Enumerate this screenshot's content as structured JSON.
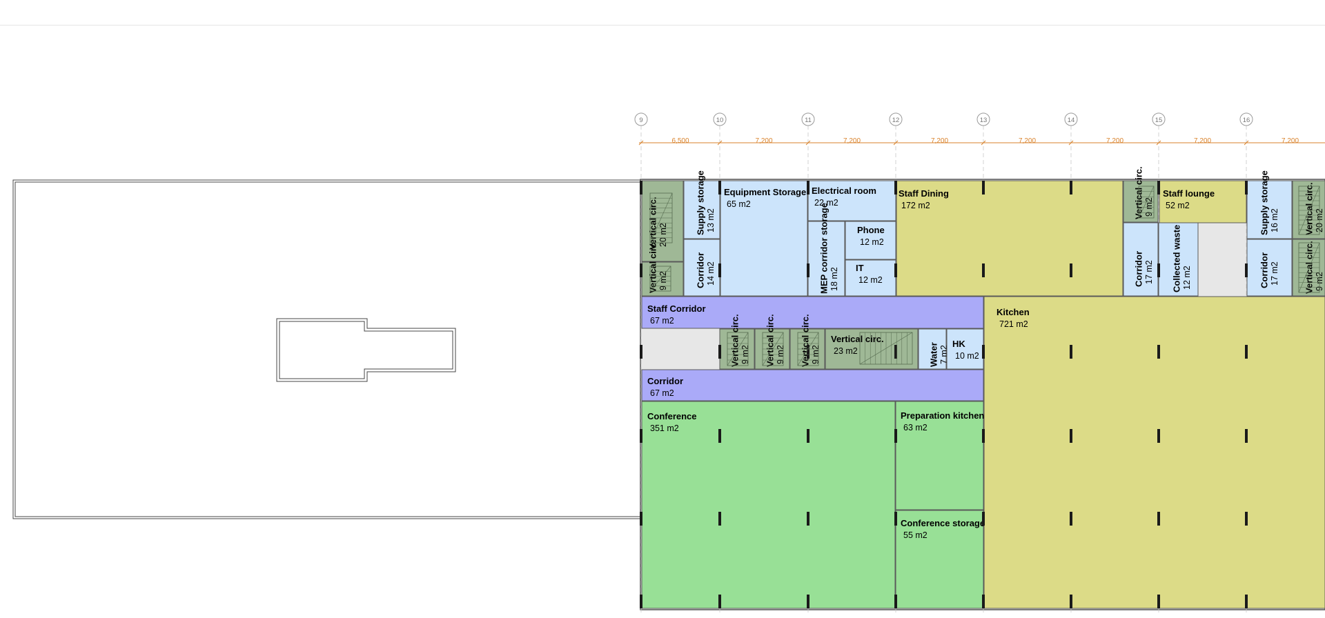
{
  "colors": {
    "blue": "#cce4fb",
    "yellow": "#dcdb87",
    "green": "#98e096",
    "purple": "#aaaaf8",
    "gray": "#9fb896",
    "dimension": "#d9822b"
  },
  "grid_labels": [
    "9",
    "10",
    "11",
    "12",
    "13",
    "14",
    "15",
    "16"
  ],
  "dimensions": [
    "6,500",
    "7,200",
    "7,200",
    "7,200",
    "7,200",
    "7,200",
    "7,200",
    "7,200"
  ],
  "rooms": [
    {
      "id": "vertical-circ-1",
      "label": "Vertical circ.",
      "area": "20 m2"
    },
    {
      "id": "vertical-circ-2",
      "label": "Vertical circ.",
      "area": "9 m2"
    },
    {
      "id": "supply-storage-1",
      "label": "Supply storage",
      "area": "13 m2"
    },
    {
      "id": "corridor-1",
      "label": "Corridor",
      "area": "14 m2"
    },
    {
      "id": "equipment-storage",
      "label": "Equipment Storage",
      "area": "65 m2"
    },
    {
      "id": "electrical-room",
      "label": "Electrical room",
      "area": "22 m2"
    },
    {
      "id": "mep-corridor-storage",
      "label": "MEP corridor storage",
      "area": "18 m2"
    },
    {
      "id": "phone",
      "label": "Phone",
      "area": "12 m2"
    },
    {
      "id": "it",
      "label": "IT",
      "area": "12 m2"
    },
    {
      "id": "staff-dining",
      "label": "Staff Dining",
      "area": "172 m2"
    },
    {
      "id": "vertical-circ-3",
      "label": "Vertical circ.",
      "area": "9 m2"
    },
    {
      "id": "corridor-2",
      "label": "Corridor",
      "area": "17 m2"
    },
    {
      "id": "collected-waste",
      "label": "Collected waste",
      "area": "12 m2"
    },
    {
      "id": "staff-lounge",
      "label": "Staff lounge",
      "area": "52 m2"
    },
    {
      "id": "supply-storage-2",
      "label": "Supply storage",
      "area": "16 m2"
    },
    {
      "id": "corridor-3",
      "label": "Corridor",
      "area": "17 m2"
    },
    {
      "id": "vertical-circ-4",
      "label": "Vertical circ.",
      "area": "20 m2"
    },
    {
      "id": "vertical-circ-5",
      "label": "Vertical circ.",
      "area": "9 m2"
    },
    {
      "id": "staff-corridor",
      "label": "Staff Corridor",
      "area": "67 m2"
    },
    {
      "id": "vertical-circ-6",
      "label": "Vertical circ.",
      "area": "9 m2"
    },
    {
      "id": "vertical-circ-7",
      "label": "Vertical circ.",
      "area": "9 m2"
    },
    {
      "id": "vertical-circ-8",
      "label": "Vertical circ.",
      "area": "9 m2"
    },
    {
      "id": "vertical-circ-9",
      "label": "Vertical circ.",
      "area": "23 m2"
    },
    {
      "id": "water",
      "label": "Water",
      "area": "7 m2"
    },
    {
      "id": "hk",
      "label": "HK",
      "area": "10 m2"
    },
    {
      "id": "corridor-4",
      "label": "Corridor",
      "area": "67 m2"
    },
    {
      "id": "conference",
      "label": "Conference",
      "area": "351 m2"
    },
    {
      "id": "preparation-kitchen",
      "label": "Preparation kitchen",
      "area": "63 m2"
    },
    {
      "id": "conference-storage",
      "label": "Conference storage",
      "area": "55 m2"
    },
    {
      "id": "kitchen",
      "label": "Kitchen",
      "area": "721 m2"
    }
  ]
}
